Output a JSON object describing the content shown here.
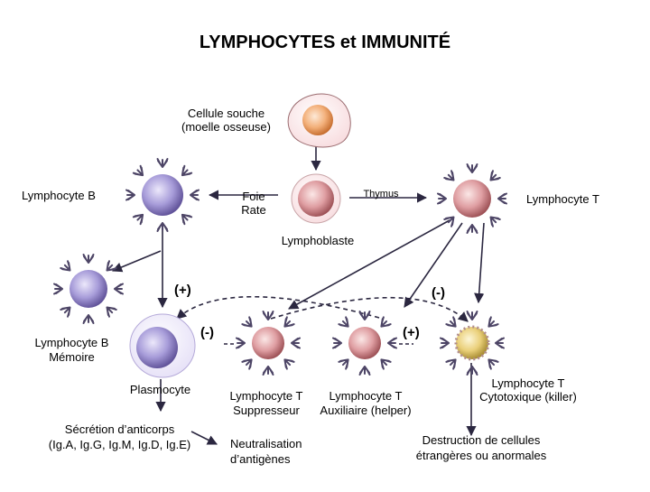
{
  "title": "LYMPHOCYTES et IMMUNITÉ",
  "labels": {
    "stem_cell_1": "Cellule souche",
    "stem_cell_2": "(moelle osseuse)",
    "b_lymphocyte": "Lymphocyte B",
    "liver_1": "Foie",
    "liver_2": "Rate",
    "thymus": "Thymus",
    "t_lymphocyte": "Lymphocyte T",
    "lymphoblast": "Lymphoblaste",
    "memory_b_1": "Lymphocyte B",
    "memory_b_2": "Mémoire",
    "plasmocyte": "Plasmocyte",
    "suppressor_1": "Lymphocyte T",
    "suppressor_2": "Suppresseur",
    "helper_1": "Lymphocyte T",
    "helper_2": "Auxiliaire (helper)",
    "cytotoxic_1": "Lymphocyte T",
    "cytotoxic_2": "Cytotoxique (killer)",
    "antibody_1": "Sécrétion d’anticorps",
    "antibody_2": "(Ig.A, Ig.G, Ig.M, Ig.D, Ig.E)",
    "neutral_1": "Neutralisation",
    "neutral_2": "d’antigènes",
    "destroy_1": "Destruction de cellules",
    "destroy_2": "étrangères ou anormales"
  },
  "signs": {
    "plus_left": "(+)",
    "minus_right": "(-)",
    "minus_mid": "(-)",
    "plus_mid": "(+)"
  },
  "colors": {
    "b_cell": "#9a8fd0",
    "t_cell": "#d98a8f",
    "stem_cell": "#f1a86e",
    "killer_cell": "#e6c24f",
    "receptor": "#4d4566"
  }
}
